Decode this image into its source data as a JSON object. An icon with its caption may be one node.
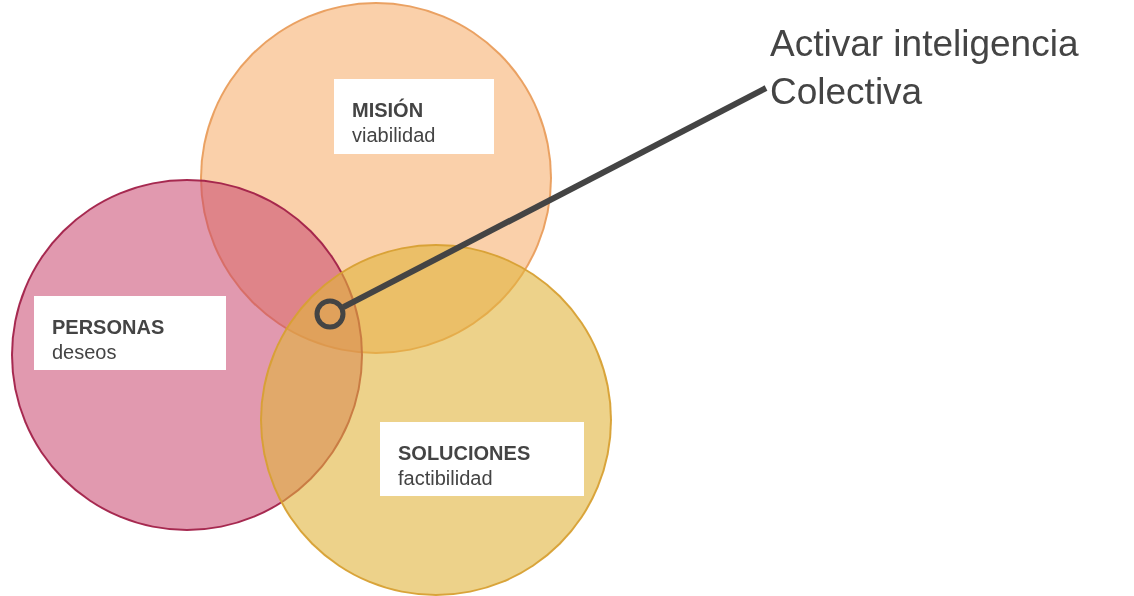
{
  "diagram": {
    "nodes": [
      {
        "text": [
          "MISIÓN",
          "viabilidad"
        ]
      },
      {
        "text": [
          "PERSONAS",
          "deseos"
        ]
      },
      {
        "text": [
          "SOLUCIONES",
          "factibilidad"
        ]
      },
      {
        "text": [
          "Activar inteligencia Colectiva"
        ]
      },
      {
        "text": [],
        "shape": "circle"
      }
    ],
    "edges": [
      {
        "from": 3,
        "to": 4,
        "arrow": "none"
      }
    ]
  }
}
